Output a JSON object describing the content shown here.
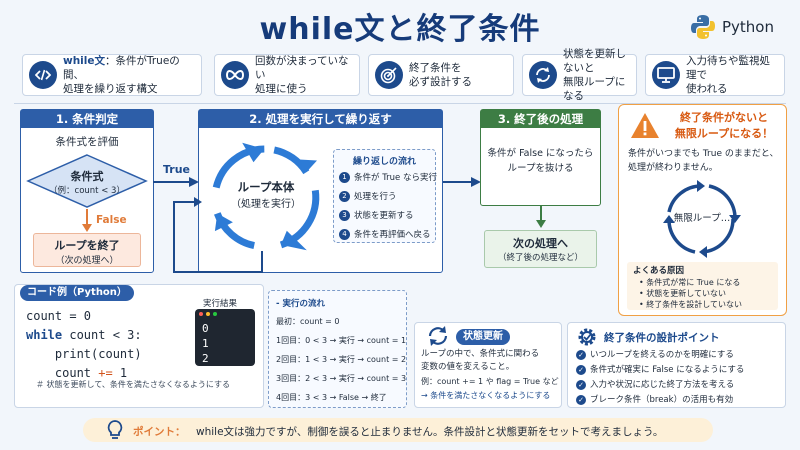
{
  "title": "while文と終了条件",
  "logo_text": "Python",
  "features": [
    {
      "icon": "code-icon",
      "bold": "while文",
      "text": "：条件がTrueの間、\n処理を繰り返す構文"
    },
    {
      "icon": "infinity-icon",
      "bold": "",
      "text": "回数が決まっていない\n処理に使う"
    },
    {
      "icon": "target-icon",
      "bold": "",
      "text": "終了条件を\n必ず設計する"
    },
    {
      "icon": "refresh-icon",
      "bold": "",
      "text": "状態を更新しないと\n無限ループになる"
    },
    {
      "icon": "monitor-icon",
      "bold": "",
      "text": "入力待ちや監視処理で\n使われる"
    }
  ],
  "step1": {
    "header": "1. 条件判定",
    "subtitle": "条件式を評価",
    "cond_title": "条件式",
    "cond_example": "（例：count < 3）",
    "false_label": "False",
    "exit_title": "ループを終了",
    "exit_sub": "（次の処理へ）"
  },
  "true_label": "True",
  "step2": {
    "header": "2. 処理を実行して繰り返す",
    "loop_title": "ループ本体",
    "loop_sub": "（処理を実行）",
    "flow_title": "繰り返しの流れ",
    "flow_items": [
      "条件が True なら実行",
      "処理を行う",
      "状態を更新する",
      "条件を再評価へ戻る"
    ]
  },
  "step3": {
    "header": "3. 終了後の処理",
    "text": "条件が False になったら\nループを抜ける",
    "next_title": "次の処理へ",
    "next_sub": "（終了後の処理など）"
  },
  "warning": {
    "title": "終了条件がないと\n無限ループになる！",
    "text": "条件がいつまでも True のままだと、\n処理が終わりません。",
    "loop_label": "無限ループ…",
    "causes_title": "よくある原因",
    "causes": [
      "条件式が常に True になる",
      "状態を更新していない",
      "終了条件を設計していない"
    ]
  },
  "code": {
    "badge": "コード例（Python）",
    "lines": [
      {
        "parts": [
          {
            "t": "count = 0",
            "c": "#1e2a3a"
          }
        ]
      },
      {
        "parts": [
          {
            "t": "while",
            "c": "#1d4a8c"
          },
          {
            "t": " count < 3:",
            "c": "#1e2a3a"
          }
        ]
      },
      {
        "parts": [
          {
            "t": "    print(count)",
            "c": "#1e2a3a"
          }
        ]
      },
      {
        "parts": [
          {
            "t": "    count ",
            "c": "#1e2a3a"
          },
          {
            "t": "+=",
            "c": "#d2541d"
          },
          {
            "t": " 1",
            "c": "#1e2a3a"
          }
        ]
      }
    ],
    "comment": "＃ 状態を更新して、条件を満たさなくなるようにする",
    "result_label": "実行結果",
    "output": [
      "0",
      "1",
      "2"
    ]
  },
  "exec_flow": {
    "title": "- 実行の流れ",
    "rows": [
      "最初：count = 0",
      "1回目：0 < 3 → 実行 → count = 1",
      "2回目：1 < 3 → 実行 → count = 2",
      "3回目：2 < 3 → 実行 → count = 3",
      "4回目：3 < 3 → False → 終了"
    ]
  },
  "state_update": {
    "badge": "状態更新",
    "text": "ループの中で、条件式に関わる\n変数の値を変えること。",
    "example": "例：count += 1 や flag = True など",
    "arrow_text": "→ 条件を満たさなくなるようにする"
  },
  "design": {
    "title": "終了条件の設計ポイント",
    "items": [
      "いつループを終えるのかを明確にする",
      "条件式が確実に False になるようにする",
      "入力や状況に応じた終了方法を考える",
      "ブレーク条件（break）の活用も有効"
    ]
  },
  "point": {
    "label": "ポイント：",
    "text": "while文は強力ですが、制御を誤ると止まりません。条件設計と状態更新をセットで考えましょう。"
  }
}
